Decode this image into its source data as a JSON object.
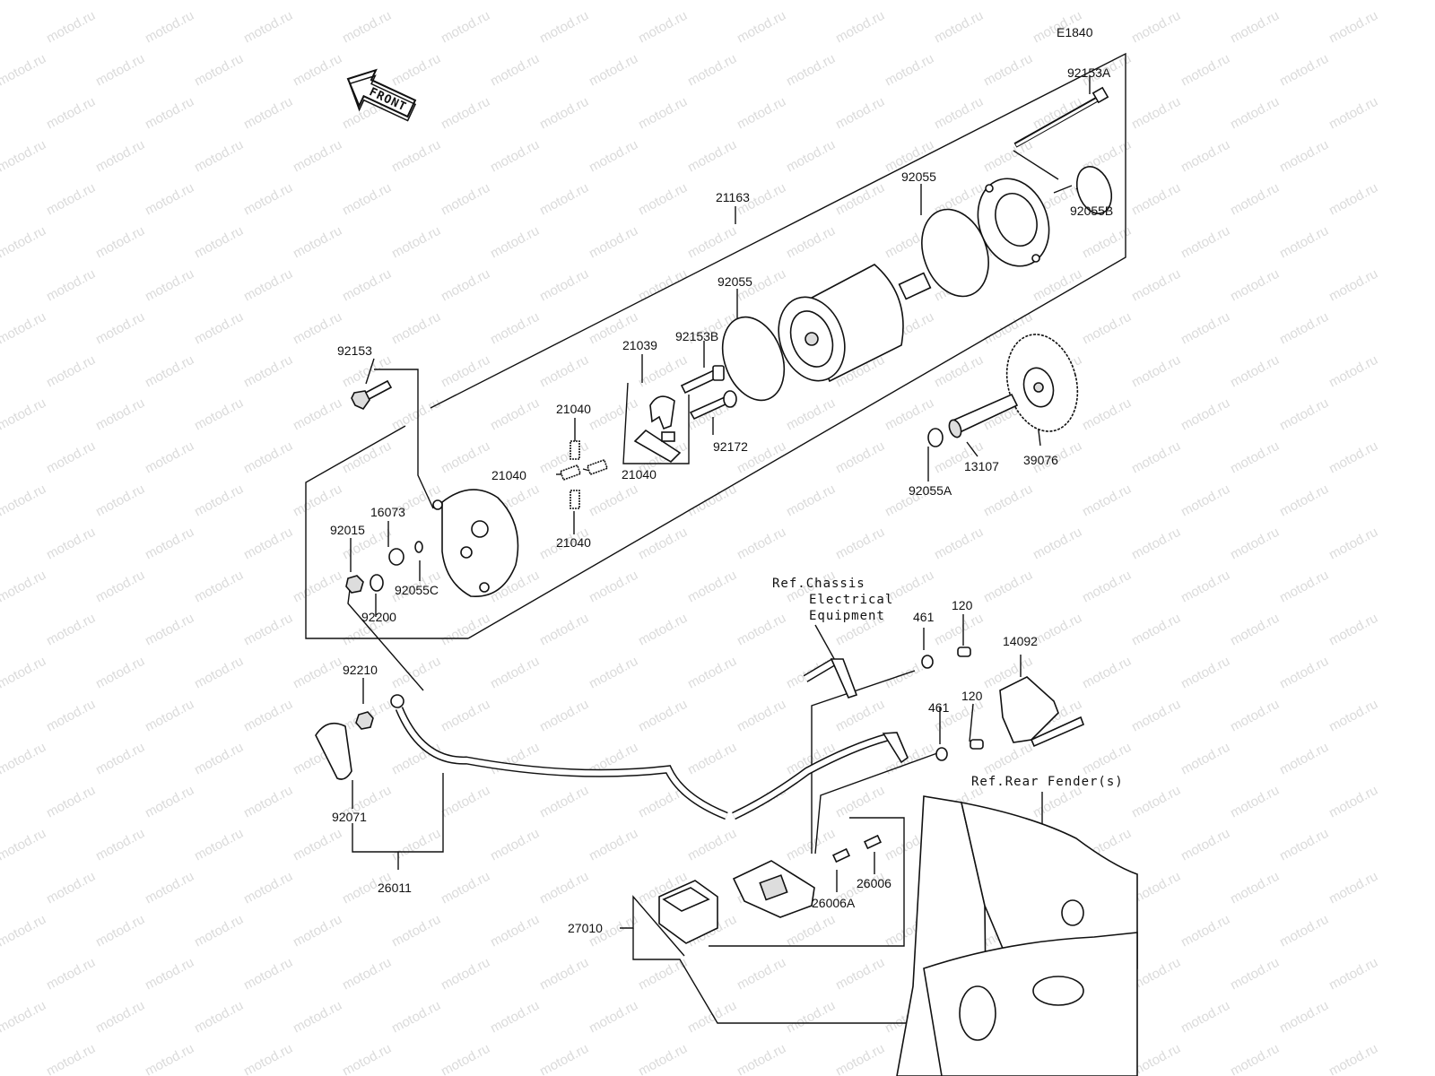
{
  "diagram_code": "E1840",
  "front_label": "FRONT",
  "watermark": "motod.ru",
  "parts": {
    "p92153A": "92153A",
    "p21163": "21163",
    "p92055_top": "92055",
    "p92055B": "92055B",
    "p92055_mid": "92055",
    "p21039": "21039",
    "p92153B": "92153B",
    "p92153": "92153",
    "p21040_a": "21040",
    "p21040_b": "21040",
    "p21040_c": "21040",
    "p21040_d": "21040",
    "p92172": "92172",
    "p13107": "13107",
    "p39076": "39076",
    "p92055A": "92055A",
    "p16073": "16073",
    "p92015": "92015",
    "p92055C": "92055C",
    "p92200": "92200",
    "p92210": "92210",
    "p92071": "92071",
    "p26011": "26011",
    "p461_a": "461",
    "p120_a": "120",
    "p461_b": "461",
    "p120_b": "120",
    "p14092": "14092",
    "p26006": "26006",
    "p26006A": "26006A",
    "p27010": "27010"
  },
  "references": {
    "chassis_line1": "Ref.Chassis",
    "chassis_line2": "Electrical",
    "chassis_line3": "Equipment",
    "rear_fender": "Ref.Rear Fender(s)"
  }
}
